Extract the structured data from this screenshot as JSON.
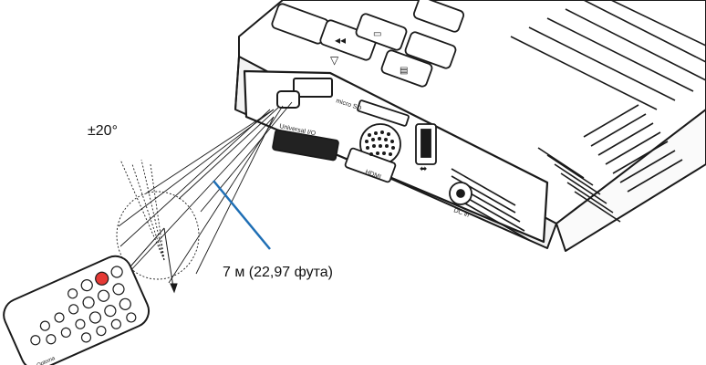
{
  "figure": {
    "angle_label": "±20°",
    "distance_label": "7 м (22,97 фута)"
  },
  "projector_ports": {
    "usb_symbol": "⬌",
    "card_slot_label": "micro SD",
    "universal_io_label": "Universal I/O",
    "hdmi_label": "HDMI",
    "dc_in_label": "DC in"
  },
  "remote": {
    "brand": "Optoma"
  },
  "colors": {
    "distance_line": "#1f6fb5",
    "power_button": "#e53935",
    "outline": "#1a1a1a"
  }
}
